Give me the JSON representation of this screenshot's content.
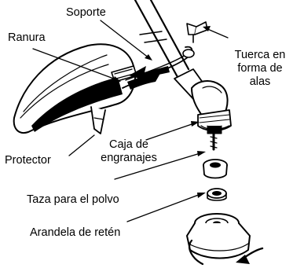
{
  "labels": {
    "soporte": "Soporte",
    "ranura": "Ranura",
    "tuerca": "Tuerca en\nforma de\nalas",
    "caja": "Caja de\nengranajes",
    "protector": "Protector",
    "taza": "Taza para el polvo",
    "arandela": "Arandela de retén"
  }
}
